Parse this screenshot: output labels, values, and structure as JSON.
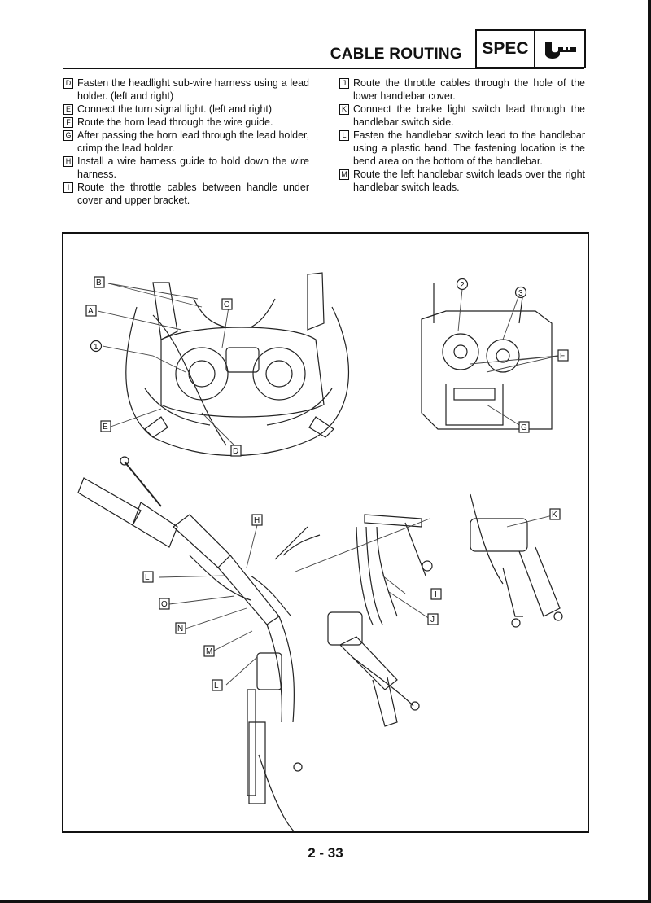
{
  "header": {
    "title": "CABLE ROUTING",
    "spec_label": "SPEC"
  },
  "instructions_left": [
    {
      "key": "D",
      "text": "Fasten the headlight sub-wire harness using a lead holder. (left and right)"
    },
    {
      "key": "E",
      "text": "Connect the turn signal light. (left and right)"
    },
    {
      "key": "F",
      "text": "Route the horn lead through the wire guide."
    },
    {
      "key": "G",
      "text": "After passing the horn lead through the lead holder, crimp the lead holder."
    },
    {
      "key": "H",
      "text": "Install a wire harness guide to hold down the wire harness."
    },
    {
      "key": "I",
      "text": "Route the throttle cables between handle under cover and upper bracket."
    }
  ],
  "instructions_right": [
    {
      "key": "J",
      "text": "Route the throttle cables through the hole of the lower handlebar cover."
    },
    {
      "key": "K",
      "text": "Connect the brake light switch lead through the handlebar switch side."
    },
    {
      "key": "L",
      "text": "Fasten the handlebar switch lead to the handlebar using a plastic band. The fastening location is the bend area on the bottom of the handlebar."
    },
    {
      "key": "M",
      "text": "Route the left handlebar switch leads over the right handlebar switch leads."
    }
  ],
  "figure": {
    "callouts": {
      "A": "A",
      "B": "B",
      "C": "C",
      "D": "D",
      "E": "E",
      "F": "F",
      "G": "G",
      "H": "H",
      "I": "I",
      "J": "J",
      "K": "K",
      "L1": "L",
      "L2": "L",
      "M": "M",
      "N": "N",
      "O": "O",
      "n1": "1",
      "n2": "2",
      "n3": "3"
    }
  },
  "page_number": "2 - 33"
}
